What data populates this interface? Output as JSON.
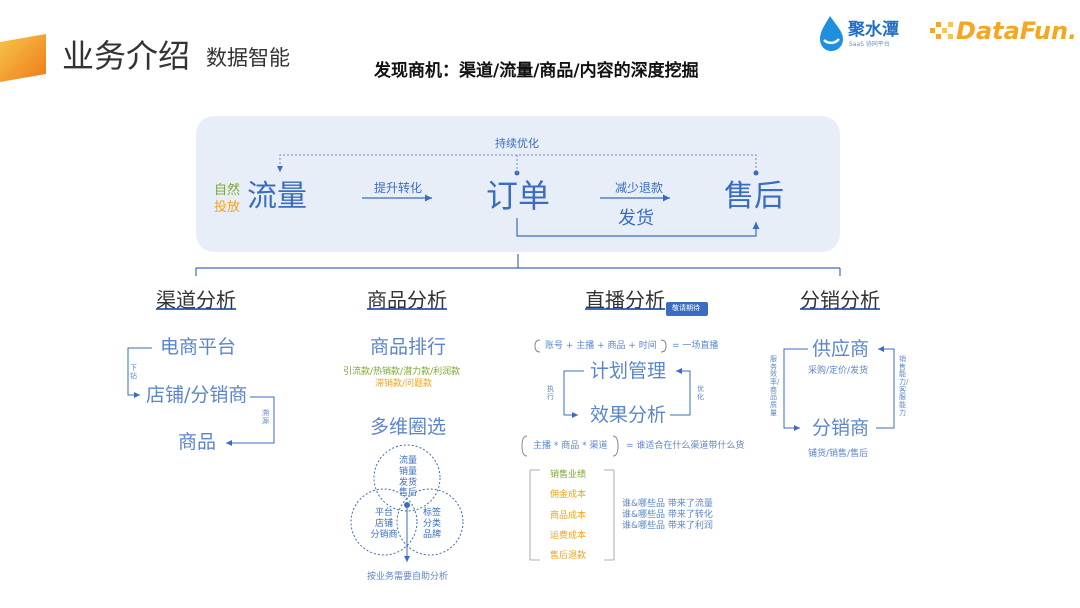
{
  "header": {
    "title": "业务介绍",
    "subtitle": "数据智能",
    "headline": "发现商机：渠道/流量/商品/内容的深度挖掘",
    "logo1_main": "聚水潭",
    "logo1_sub": "SaaS 协同平台",
    "logo2": "DataFun."
  },
  "flow": {
    "loop_label": "持续优化",
    "natural": "自然",
    "paid": "投放",
    "traffic": "流量",
    "improve": "提升转化",
    "order": "订单",
    "reduce_refund": "减少退款",
    "ship": "发货",
    "after_sale": "售后"
  },
  "channel": {
    "title": "渠道分析",
    "platform": "电商平台",
    "drill": "下钻",
    "store": "店铺/分销商",
    "trace": "溯源",
    "product": "商品"
  },
  "goods": {
    "title": "商品分析",
    "ranking": "商品排行",
    "rank_line1": "引流款/热销款/潜力款/利润款",
    "rank_line2": "滞销款/问题款",
    "multi": "多维圈选",
    "c1": [
      "流量",
      "销量",
      "发货",
      "售后"
    ],
    "c2": [
      "平台",
      "店铺",
      "分销商"
    ],
    "c3": [
      "标签",
      "分类",
      "品牌"
    ],
    "self_analysis": "按业务需要自助分析"
  },
  "live": {
    "title": "直播分析",
    "badge": "敬请期待",
    "formula1": "账号 + 主播 + 商品 + 时间",
    "formula1_result": "= 一场直播",
    "plan": "计划管理",
    "execute": "执行",
    "optimize": "优化",
    "effect": "效果分析",
    "formula2": "主播 * 商品 * 渠道",
    "formula2_result": "= 谁适合在什么渠道带什么货",
    "metrics": [
      "销售业绩",
      "佣金成本",
      "商品成本",
      "运费成本",
      "售后退款"
    ],
    "insights": [
      "谁&哪些品 带来了流量",
      "谁&哪些品 带来了转化",
      "谁&哪些品 带来了利润"
    ]
  },
  "distribution": {
    "title": "分销分析",
    "supplier": "供应商",
    "supplier_desc": "采购/定价/发货",
    "left_note": "服务效率/商品质量",
    "right_note": "销售能力/客服能力",
    "distributor": "分销商",
    "distributor_desc": "铺货/销售/售后"
  },
  "colors": {
    "accent_blue": "#3a6cc0",
    "panel_bg": "#e8eef8",
    "green": "#7aa82e",
    "orange": "#f0a31c"
  }
}
